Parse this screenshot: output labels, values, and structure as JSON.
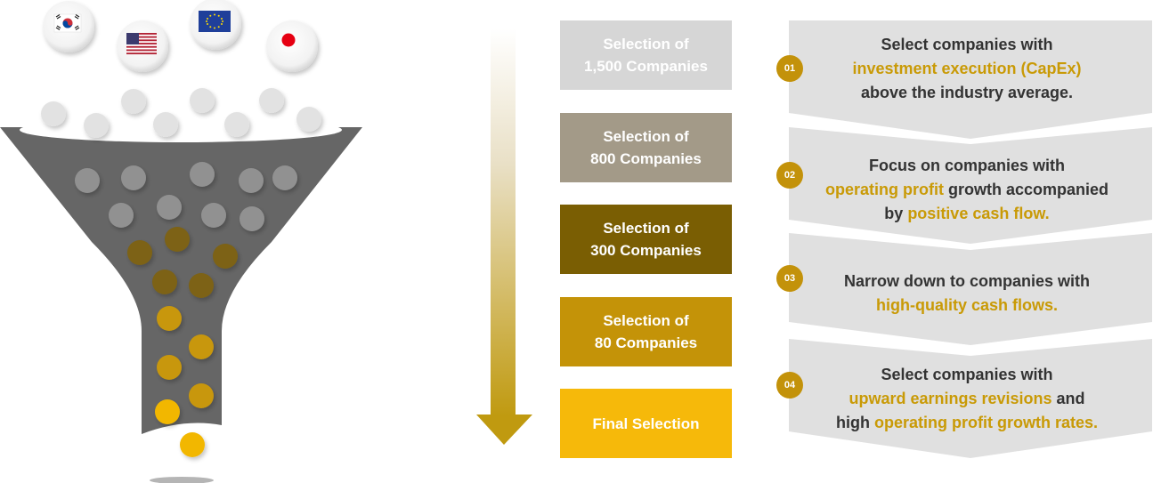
{
  "palette": {
    "funnel": "#666666",
    "light_ball": "#e2e2e2",
    "gray_ball": "#919191",
    "brown_ball": "#7d6212",
    "gold_ball": "#c8970a",
    "yellow_ball": "#f2b705",
    "box_colors": [
      "#d6d6d6",
      "#a39a88",
      "#7a5e03",
      "#c49308",
      "#f6b90a"
    ],
    "step_bg": "#e0e0e0",
    "highlight": "#c99a06",
    "badge": "#c3920a"
  },
  "flags": [
    {
      "country": "South Korea",
      "icon": "korea-flag-icon"
    },
    {
      "country": "United States",
      "icon": "usa-flag-icon"
    },
    {
      "country": "European Union",
      "icon": "eu-flag-icon"
    },
    {
      "country": "Japan",
      "icon": "japan-flag-icon"
    }
  ],
  "stages": [
    {
      "line1": "Selection of",
      "line2": "1,500 Companies"
    },
    {
      "line1": "Selection of",
      "line2": "800 Companies"
    },
    {
      "line1": "Selection of",
      "line2": "300 Companies"
    },
    {
      "line1": "Selection of",
      "line2": "80 Companies"
    },
    {
      "line1": "Final Selection",
      "line2": ""
    }
  ],
  "steps": [
    {
      "num": "01",
      "lines": [
        [
          {
            "t": "Select companies with",
            "h": false
          }
        ],
        [
          {
            "t": "investment execution (CapEx)",
            "h": true
          }
        ],
        [
          {
            "t": "above the industry average.",
            "h": false
          }
        ]
      ]
    },
    {
      "num": "02",
      "lines": [
        [
          {
            "t": "Focus on companies with",
            "h": false
          }
        ],
        [
          {
            "t": "operating profit",
            "h": true
          },
          {
            "t": " growth accompanied",
            "h": false
          }
        ],
        [
          {
            "t": "by ",
            "h": false
          },
          {
            "t": "positive cash flow.",
            "h": true
          }
        ]
      ]
    },
    {
      "num": "03",
      "lines": [
        [
          {
            "t": "Narrow down to companies with",
            "h": false
          }
        ],
        [
          {
            "t": "high-quality cash flows.",
            "h": true
          }
        ]
      ]
    },
    {
      "num": "04",
      "lines": [
        [
          {
            "t": "Select companies with",
            "h": false
          }
        ],
        [
          {
            "t": "upward earnings revisions",
            "h": true
          },
          {
            "t": " and",
            "h": false
          }
        ],
        [
          {
            "t": "high ",
            "h": false
          },
          {
            "t": "operating profit growth rates.",
            "h": true
          }
        ]
      ]
    }
  ]
}
